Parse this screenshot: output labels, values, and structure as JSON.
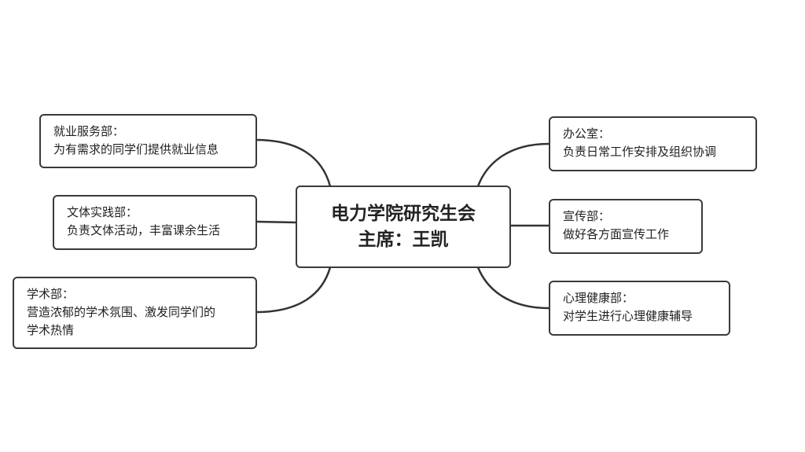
{
  "center": {
    "line1": "电力学院研究生会",
    "line2": "主席：王凯"
  },
  "left": [
    {
      "title": "就业服务部：",
      "desc": [
        "为有需求的同学们提供就业信息"
      ]
    },
    {
      "title": "文体实践部：",
      "desc": [
        "负责文体活动，丰富课余生活"
      ]
    },
    {
      "title": "学术部：",
      "desc": [
        "营造浓郁的学术氛围、激发同学们的",
        "学术热情"
      ]
    }
  ],
  "right": [
    {
      "title": "办公室：",
      "desc": [
        "负责日常工作安排及组织协调"
      ]
    },
    {
      "title": "宣传部：",
      "desc": [
        "做好各方面宣传工作"
      ]
    },
    {
      "title": "心理健康部：",
      "desc": [
        "对学生进行心理健康辅导"
      ]
    }
  ]
}
